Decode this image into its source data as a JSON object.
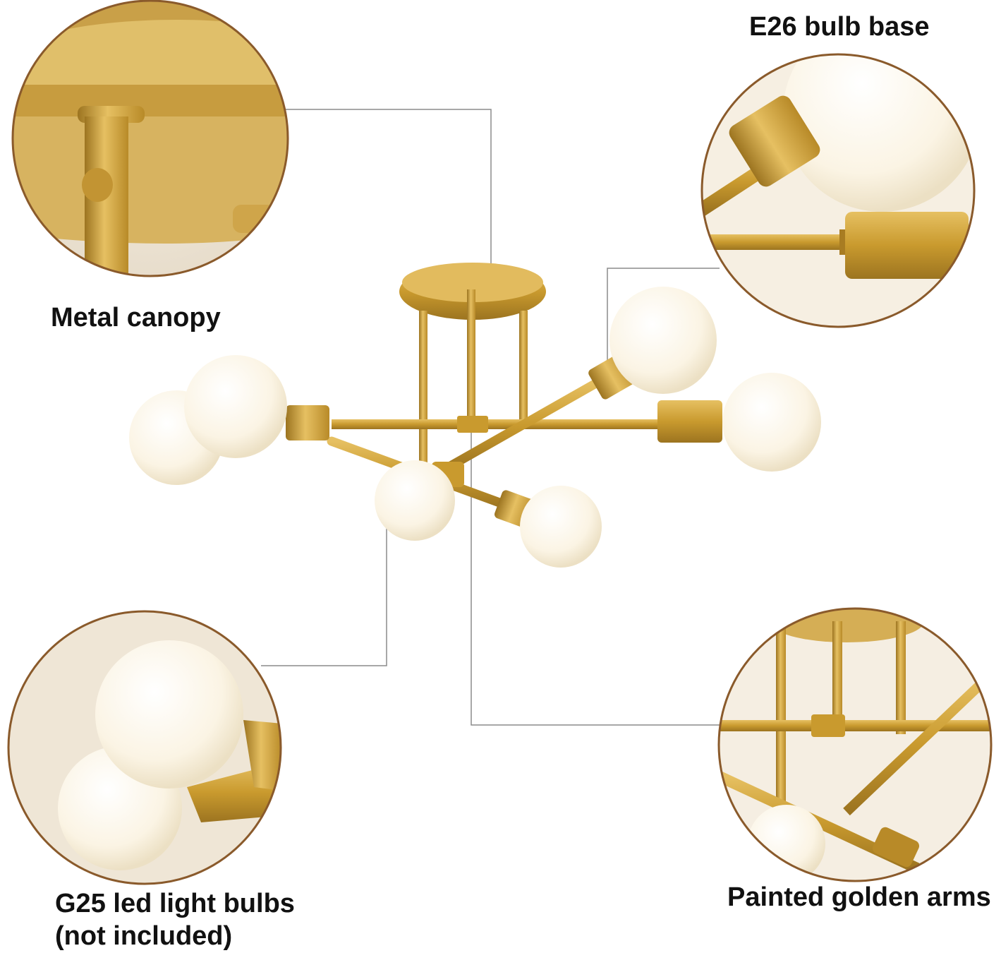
{
  "callouts": {
    "canopy": {
      "label": "Metal canopy"
    },
    "bulb_base": {
      "label": "E26 bulb base"
    },
    "bulbs": {
      "line1": "G25 led light bulbs",
      "line2": "(not included)"
    },
    "arms": {
      "label": "Painted golden arms"
    }
  },
  "colors": {
    "gold": "#c99a2e",
    "gold_dark": "#9c7420",
    "gold_light": "#e6c062",
    "circle_border": "#8a5a2b",
    "leader_line": "#8c8c8c",
    "bulb": "#fbf6ea"
  }
}
